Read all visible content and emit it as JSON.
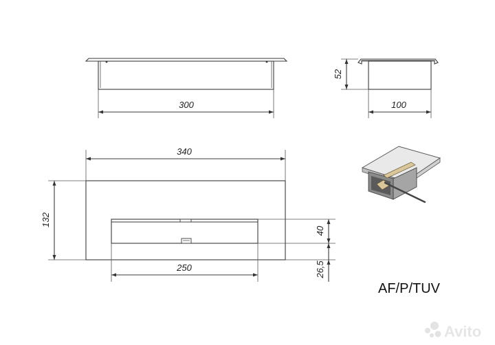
{
  "drawing": {
    "top_view_width": "300",
    "side_view_height": "52",
    "side_view_width": "100",
    "front_width": "340",
    "front_height": "132",
    "insert_width": "250",
    "insert_height": "40",
    "insert_offset": "26,5",
    "model_name": "AF/P/TUV"
  },
  "watermark": {
    "text": "Avito",
    "icon": "avito-logo-icon"
  }
}
